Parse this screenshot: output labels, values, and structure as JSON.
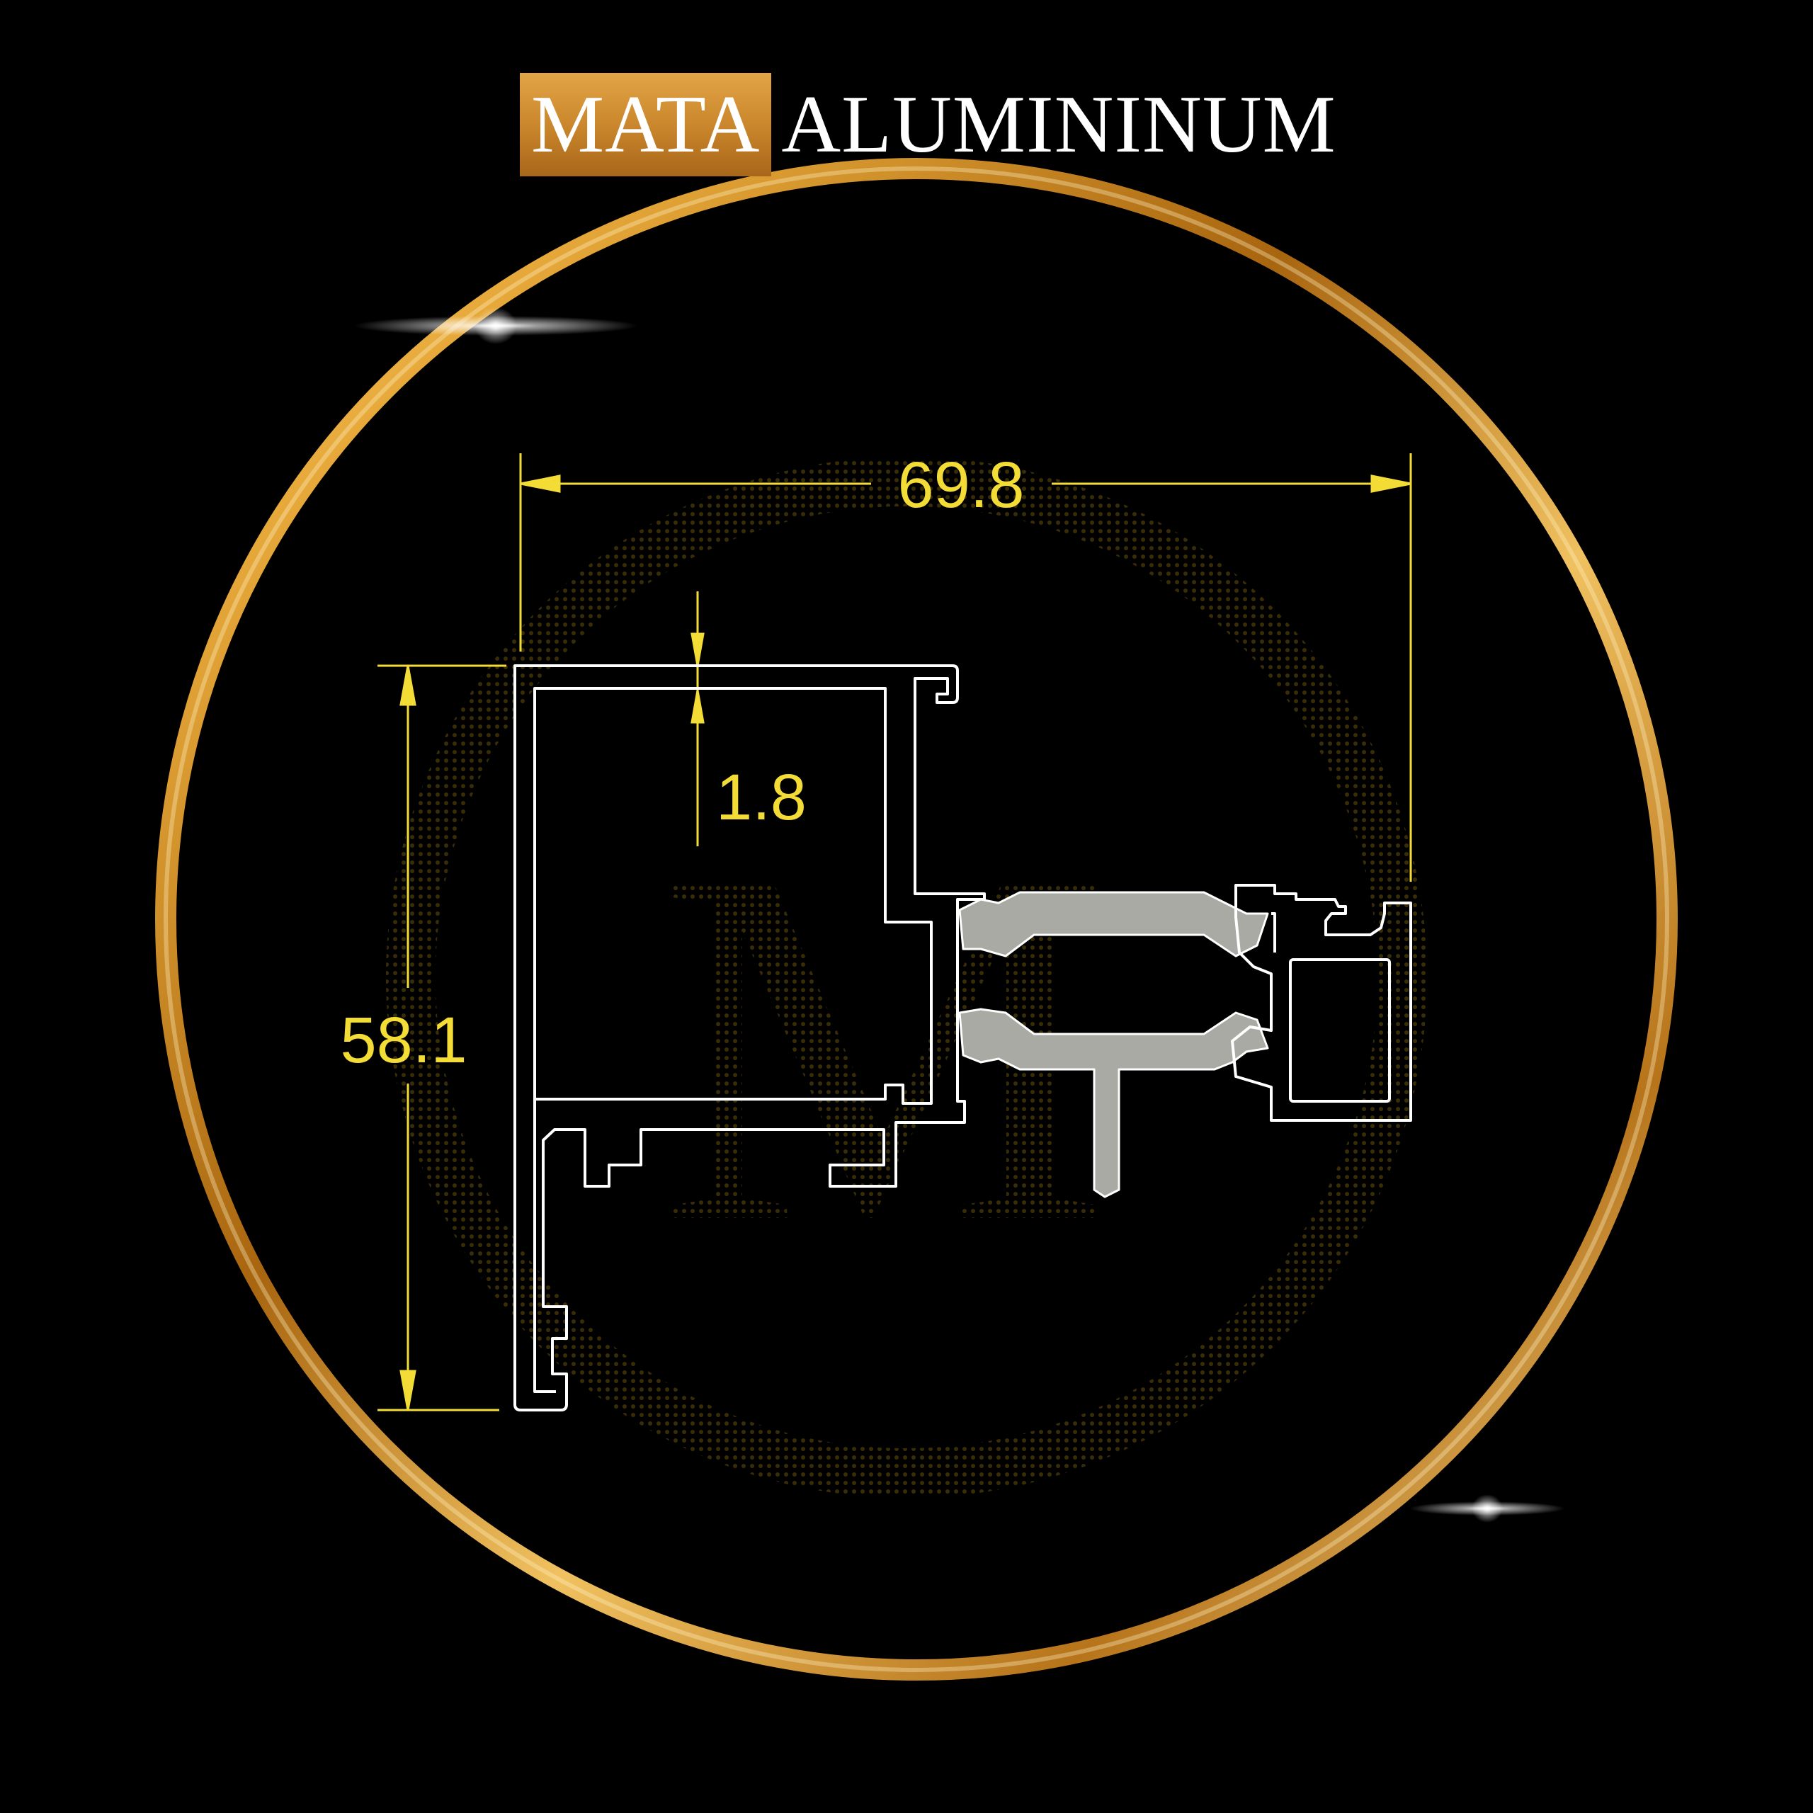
{
  "brand": {
    "highlight": "MATA",
    "rest": "ALUMININUM",
    "highlight_color": "#c98a2e"
  },
  "drawing": {
    "dimensions": {
      "width": "69.8",
      "height": "58.1",
      "wall_thickness": "1.8"
    },
    "dimension_color": "#f3dc35",
    "profile_color": "#ffffff",
    "thermal_break_color": "#a9aaa3",
    "ring_color": "#d99a2a"
  }
}
